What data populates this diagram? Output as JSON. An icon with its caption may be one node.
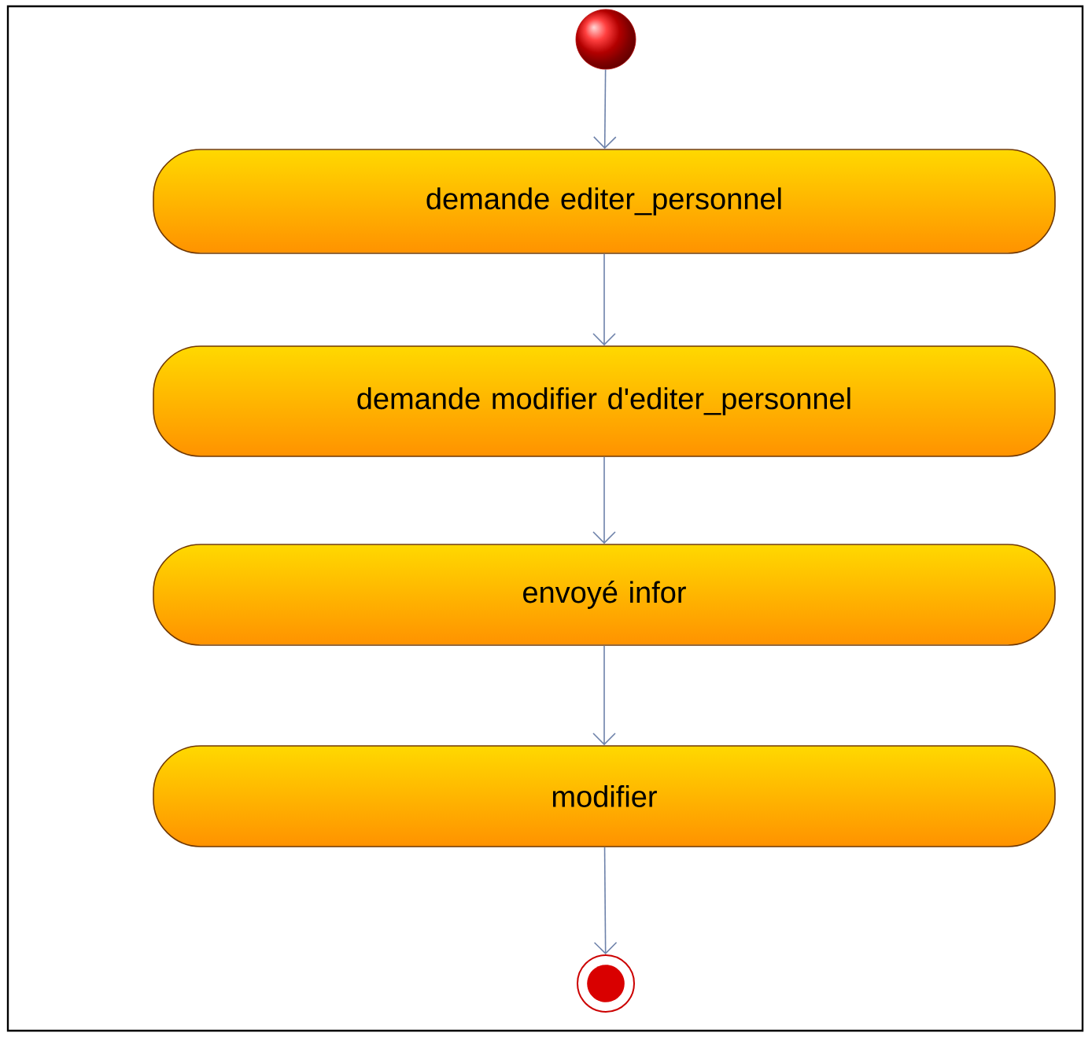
{
  "diagram": {
    "nodes": [
      {
        "text": [],
        "shape": "circle"
      },
      {
        "text": [
          "demande editer_personnel"
        ]
      },
      {
        "text": [
          "demande modifier d'editer_personnel"
        ]
      },
      {
        "text": [
          "envoyé infor"
        ]
      },
      {
        "text": [
          "modifier"
        ]
      },
      {
        "text": [],
        "shape": "bullseye"
      }
    ],
    "edges": [
      {
        "from": 0,
        "to": 1,
        "arrow": "to"
      },
      {
        "from": 1,
        "to": 2,
        "arrow": "to"
      },
      {
        "from": 2,
        "to": 3,
        "arrow": "to"
      },
      {
        "from": 3,
        "to": 4,
        "arrow": "to"
      },
      {
        "from": 4,
        "to": 5,
        "arrow": "to"
      }
    ]
  }
}
